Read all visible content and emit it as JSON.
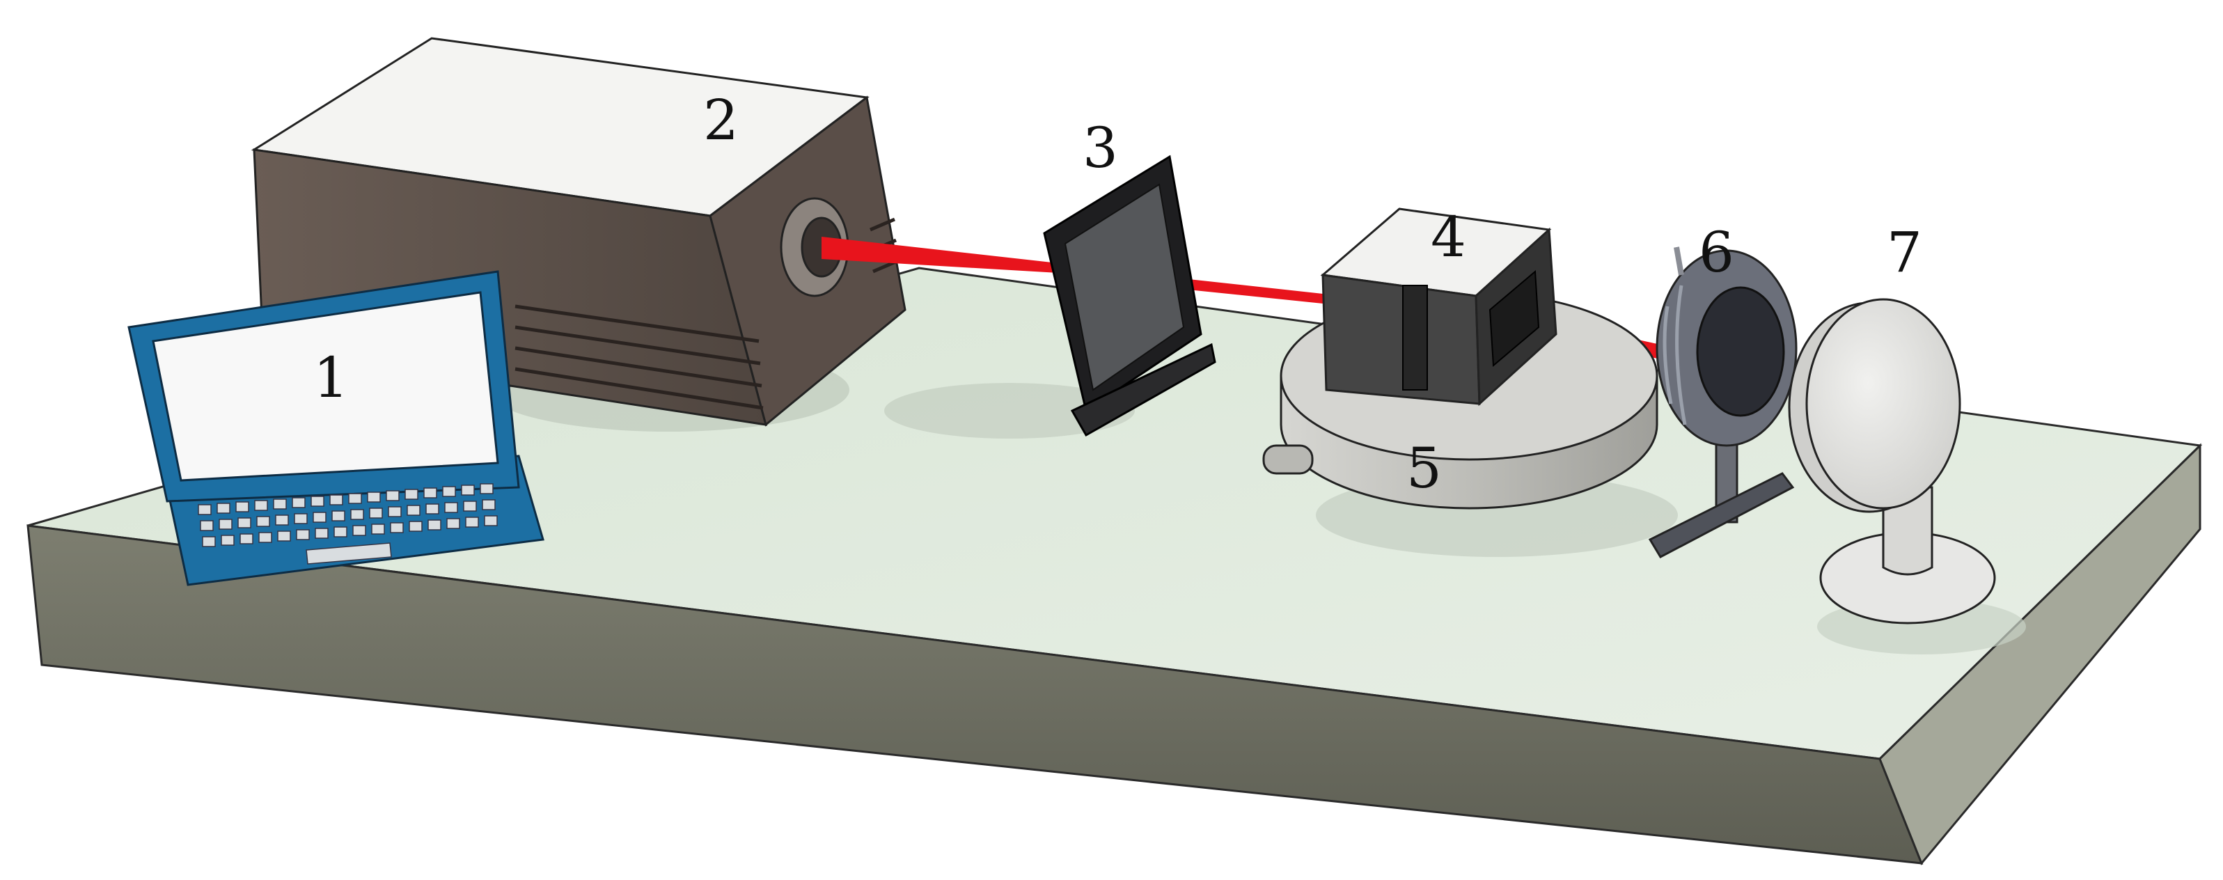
{
  "labels": {
    "computer": "1",
    "laser_source": "2",
    "filter": "3",
    "sample_holder": "4",
    "rotation_stage": "5",
    "lens_mount": "6",
    "detector": "7"
  },
  "colors": {
    "beam": "#e8141c",
    "table_top": "#dde8da",
    "table_side": "#6e6f62",
    "laser_body": "#5e524b",
    "laptop_frame": "#1c6fa3",
    "filter_frame": "#1e1e20",
    "holder": "#4a4a4a",
    "stage": "#c6c6c2",
    "detector": "#e4e4e2"
  }
}
